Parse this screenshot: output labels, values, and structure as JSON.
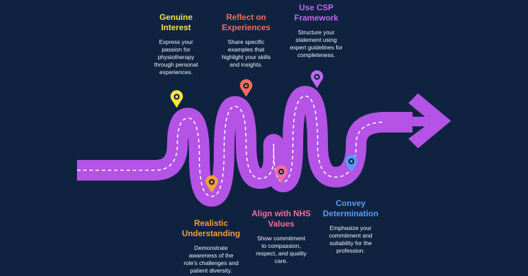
{
  "colors": {
    "background": "#0f2340",
    "road": "#b453e6",
    "road_dash": "#ffffff"
  },
  "steps": [
    {
      "title": "Genuine Interest",
      "title_lines": [
        "Genuine",
        "Interest"
      ],
      "desc_lines": [
        "Express your",
        "passion for",
        "physiotherapy",
        "through personal",
        "experiences."
      ],
      "color": "#f5e642",
      "icon": "location-pin-icon"
    },
    {
      "title": "Realistic Understanding",
      "title_lines": [
        "Realistic",
        "Understanding"
      ],
      "desc_lines": [
        "Demonstrate",
        "awareness of the",
        "role's challenges and",
        "patient diversity."
      ],
      "color": "#f0a03a",
      "icon": "location-pin-icon"
    },
    {
      "title": "Reflect on Experiences",
      "title_lines": [
        "Reflect on",
        "Experiences"
      ],
      "desc_lines": [
        "Share specific",
        "examples that",
        "highlight your skills",
        "and insights."
      ],
      "color": "#f26e5c",
      "icon": "location-pin-icon"
    },
    {
      "title": "Align with NHS Values",
      "title_lines": [
        "Align with NHS",
        "Values"
      ],
      "desc_lines": [
        "Show commitment",
        "to compassion,",
        "respect, and quality",
        "care."
      ],
      "color": "#f06e9c",
      "icon": "location-pin-icon"
    },
    {
      "title": "Use CSP Framework",
      "title_lines": [
        "Use CSP",
        "Framework"
      ],
      "desc_lines": [
        "Structure your",
        "statement using",
        "expert guidelines for",
        "completeness."
      ],
      "color": "#c067f2",
      "icon": "location-pin-icon"
    },
    {
      "title": "Convey Determination",
      "title_lines": [
        "Convey",
        "Determination"
      ],
      "desc_lines": [
        "Emphasize your",
        "commitment and",
        "suitability for the",
        "profession."
      ],
      "color": "#5a9cf5",
      "icon": "location-pin-icon"
    }
  ]
}
